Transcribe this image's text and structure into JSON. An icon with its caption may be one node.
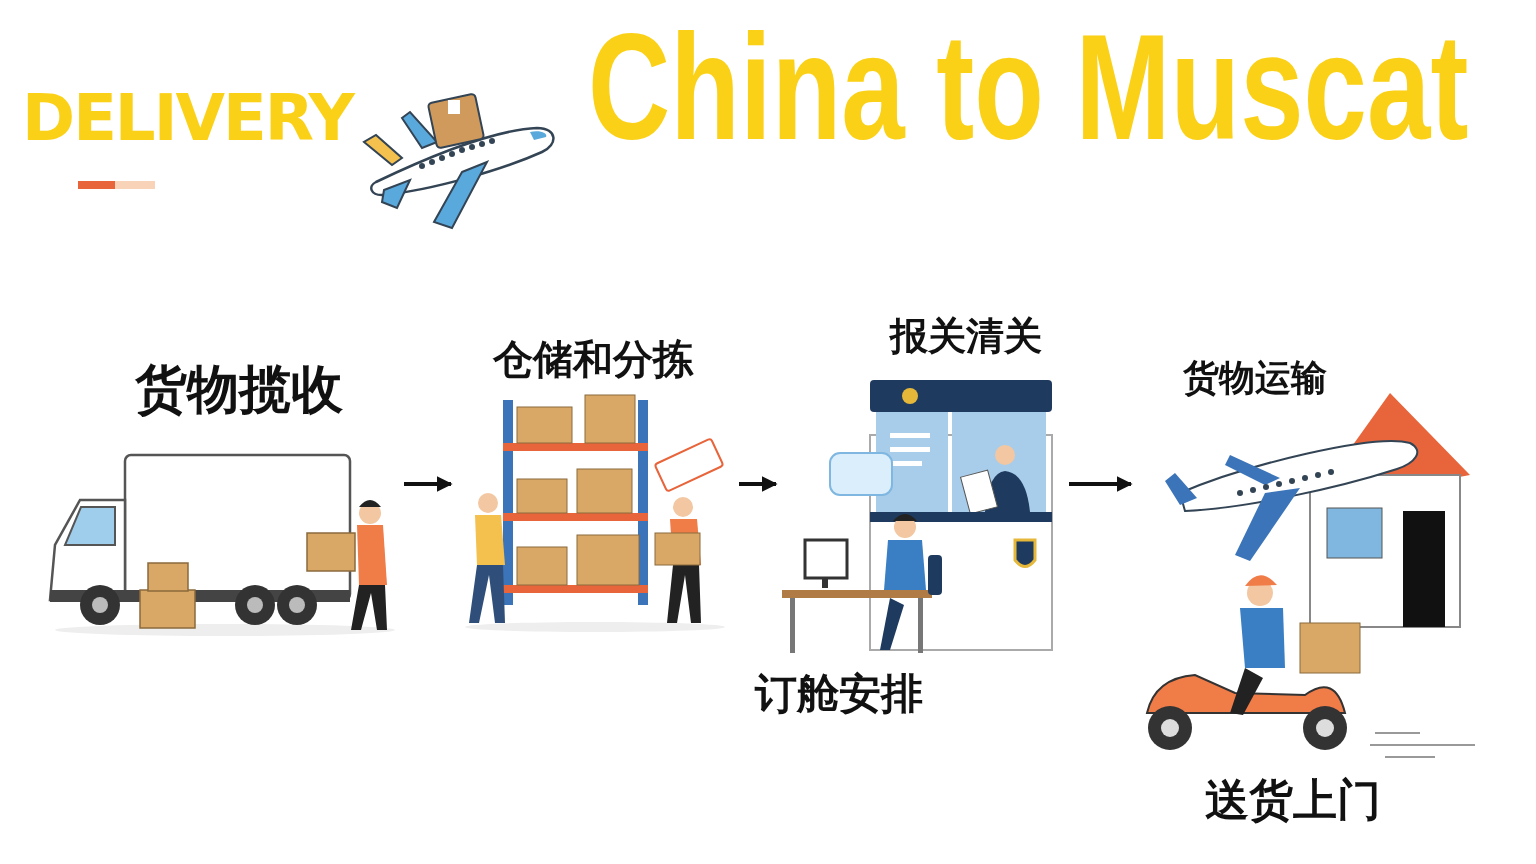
{
  "diagram": {
    "title": "China to Muscat",
    "nodes": [
      {
        "text": [
          "货物揽收"
        ]
      },
      {
        "text": [
          "仓储和分拣"
        ]
      },
      {
        "text": [
          "报关清关",
          "订舱安排"
        ]
      },
      {
        "text": [
          "货物运输",
          "送货上门"
        ]
      }
    ],
    "edges": [
      {
        "from": 0,
        "to": 1,
        "arrow": "to"
      },
      {
        "from": 1,
        "to": 2,
        "arrow": "to"
      },
      {
        "from": 2,
        "to": 3,
        "arrow": "to"
      }
    ],
    "labels": [
      "DELIVERY"
    ]
  }
}
